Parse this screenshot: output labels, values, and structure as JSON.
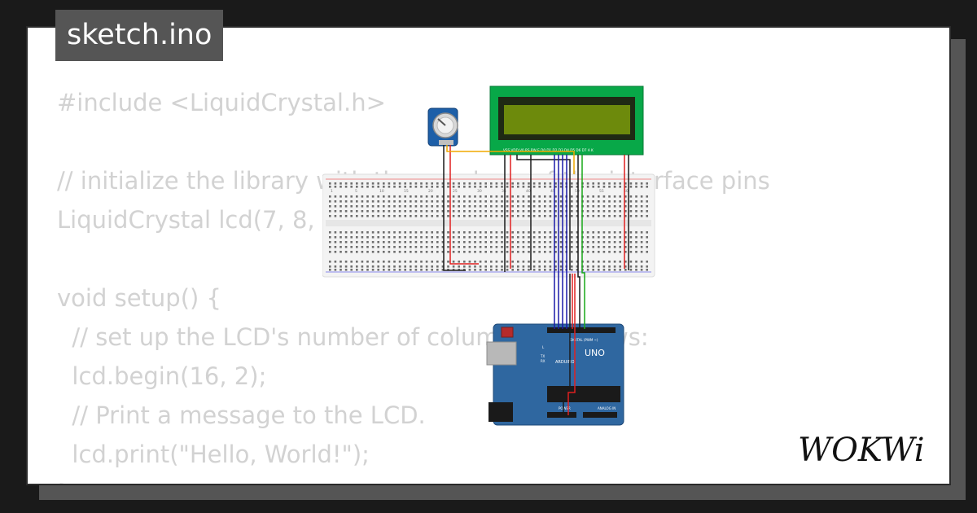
{
  "file_tab": {
    "label": "sketch.ino"
  },
  "code_lines": [
    "#include <LiquidCrystal.h>",
    "",
    "// initialize the library with the numbers of the interface pins",
    "LiquidCrystal lcd(7, 8, 9, 10, 11, 12);",
    "",
    "void setup() {",
    "  // set up the LCD's number of columns and rows:",
    "  lcd.begin(16, 2);",
    "  // Print a message to the LCD.",
    "  lcd.print(\"Hello, World!\");",
    "}"
  ],
  "lcd": {
    "pin_labels": "VSS VDD V0 RS RW E D0 D1 D2 D3 D4 D5 D6 D7 A K",
    "screen_color": "#6d8a0c",
    "pcb_color": "#08a848"
  },
  "breadboard": {
    "column_numbers": [
      "1",
      "5",
      "10",
      "15",
      "20",
      "25",
      "30",
      "35",
      "40",
      "45",
      "50",
      "55",
      "60"
    ]
  },
  "arduino": {
    "model_label": "UNO",
    "brand_label": "ARDUINO",
    "digital_header_label": "DIGITAL (PWM ~)",
    "power_label": "POWER",
    "analog_label": "ANALOG IN",
    "led_labels": [
      "L",
      "TX",
      "RX"
    ],
    "pcb_color": "#2f67a0"
  },
  "wire_colors": {
    "power": "#e02020",
    "ground": "#1a1a1a",
    "data": "#1a1aa8",
    "rs": "#18a818",
    "contrast": "#f0a800"
  },
  "brand": {
    "logo_text": "WOKWi"
  }
}
